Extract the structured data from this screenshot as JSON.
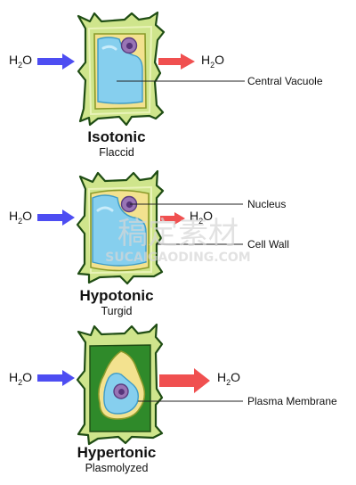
{
  "water_label": "H",
  "water_sub": "2",
  "water_o": "O",
  "panels": [
    {
      "title": "Isotonic",
      "subtitle": "Flaccid"
    },
    {
      "title": "Hypotonic",
      "subtitle": "Turgid"
    },
    {
      "title": "Hypertonic",
      "subtitle": "Plasmolyzed"
    }
  ],
  "callouts": {
    "central_vacuole": "Central Vacuole",
    "nucleus": "Nucleus",
    "cell_wall": "Cell Wall",
    "plasma_membrane": "Plasma Membrane"
  },
  "watermark": {
    "chinese": "稿定素材",
    "url": "SUCAIGAODING.COM"
  },
  "colors": {
    "wall_light": "#cfe58c",
    "wall_border": "#1f4d14",
    "cytoplasm": "#f3e28f",
    "vacuole": "#86cfee",
    "vacuole_edge": "#3e9cc8",
    "nucleus": "#9874b5",
    "nucleolus": "#56347a",
    "arrow_in": "#4d4df2",
    "arrow_out": "#f05050",
    "plasmolysis_space": "#2f8a2a"
  }
}
